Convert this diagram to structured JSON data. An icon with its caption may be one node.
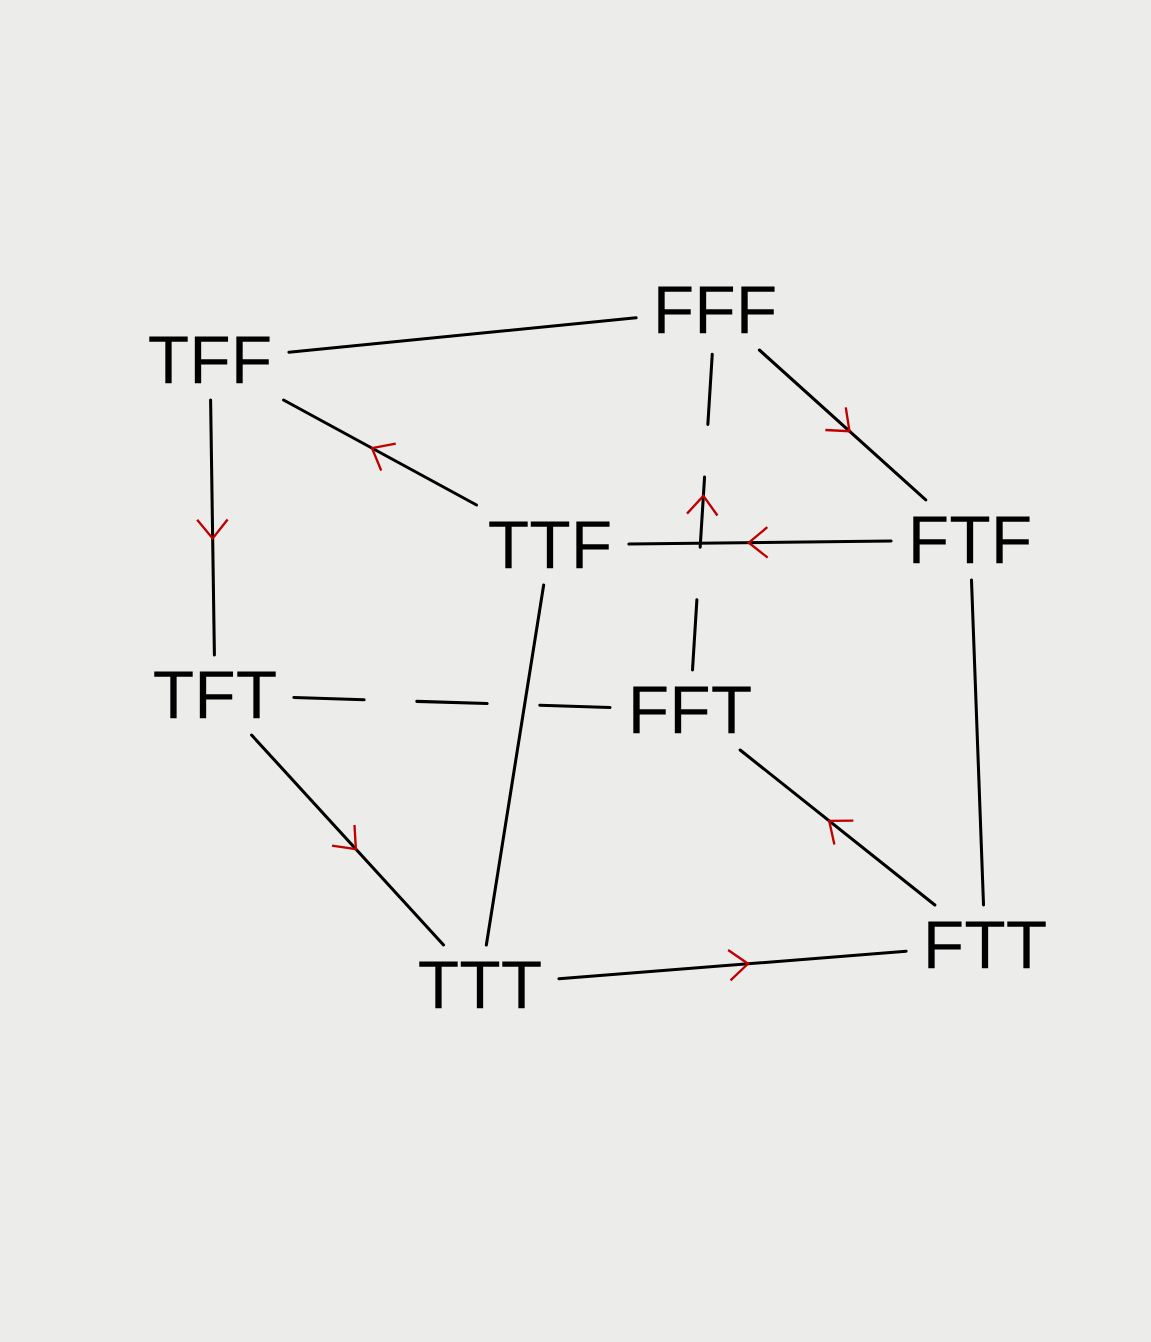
{
  "diagram": {
    "nodes": [
      {
        "text": [
          "TFF"
        ]
      },
      {
        "text": [
          "FFF"
        ]
      },
      {
        "text": [
          "TTF"
        ]
      },
      {
        "text": [
          "FTF"
        ]
      },
      {
        "text": [
          "TFT"
        ]
      },
      {
        "text": [
          "FFT"
        ]
      },
      {
        "text": [
          "TTT"
        ]
      },
      {
        "text": [
          "FTT"
        ]
      }
    ],
    "edges": [
      {
        "from": 0,
        "to": 1,
        "arrow": "none"
      },
      {
        "from": 2,
        "to": 0,
        "arrow": "to"
      },
      {
        "from": 1,
        "to": 3,
        "arrow": "to"
      },
      {
        "from": 5,
        "to": 1,
        "arrow": "to",
        "style": "dashed"
      },
      {
        "from": 3,
        "to": 2,
        "arrow": "to"
      },
      {
        "from": 0,
        "to": 4,
        "arrow": "to"
      },
      {
        "from": 4,
        "to": 5,
        "arrow": "none",
        "style": "dashed"
      },
      {
        "from": 2,
        "to": 6,
        "arrow": "none"
      },
      {
        "from": 3,
        "to": 7,
        "arrow": "none"
      },
      {
        "from": 4,
        "to": 6,
        "arrow": "to"
      },
      {
        "from": 7,
        "to": 5,
        "arrow": "to"
      },
      {
        "from": 6,
        "to": 7,
        "arrow": "to"
      }
    ]
  }
}
